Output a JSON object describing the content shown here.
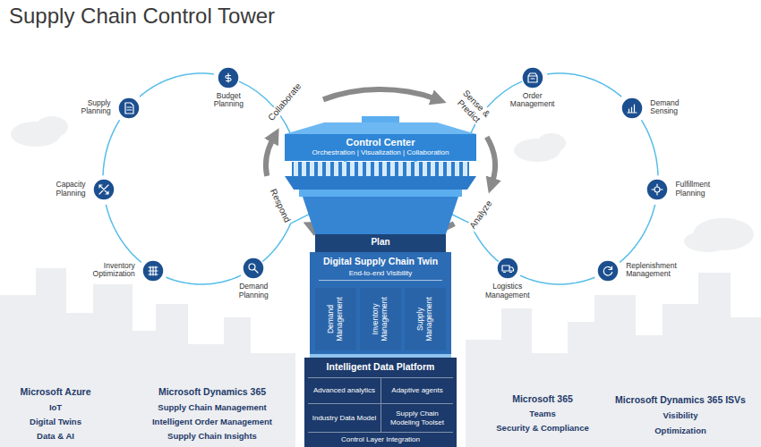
{
  "diagram": {
    "title": "Supply Chain Control Tower",
    "nodes": [
      {
        "text": [
          "Budget Planning"
        ]
      },
      {
        "text": [
          "Supply Planning"
        ]
      },
      {
        "text": [
          "Capacity Planning"
        ]
      },
      {
        "text": [
          "Inventory Optimization"
        ]
      },
      {
        "text": [
          "Demand Planning"
        ]
      },
      {
        "text": [
          "Control Center",
          "Orchestration | Visualization | Collaboration"
        ]
      },
      {
        "text": [
          "Plan"
        ]
      },
      {
        "text": [
          "Digital Supply Chain Twin",
          "End-to-end Visibility"
        ]
      },
      {
        "text": [
          "Demand Management"
        ],
        "in": 7
      },
      {
        "text": [
          "Inventory Management"
        ],
        "in": 7
      },
      {
        "text": [
          "Supply Management"
        ],
        "in": 7
      },
      {
        "text": [
          "Intelligent Data Platform"
        ]
      },
      {
        "text": [
          "Advanced analytics"
        ],
        "in": 11
      },
      {
        "text": [
          "Adaptive agents"
        ],
        "in": 11
      },
      {
        "text": [
          "Industry Data Model"
        ],
        "in": 11
      },
      {
        "text": [
          "Supply Chain Modeling Toolset"
        ],
        "in": 11
      },
      {
        "text": [
          "Control Layer Integration"
        ],
        "in": 11
      },
      {
        "text": [
          "Order Management"
        ]
      },
      {
        "text": [
          "Demand Sensing"
        ]
      },
      {
        "text": [
          "Fulfillment Planning"
        ]
      },
      {
        "text": [
          "Replenishment Management"
        ]
      },
      {
        "text": [
          "Logistics Management"
        ]
      }
    ],
    "edges": [
      {
        "from": 0,
        "to": 1,
        "arrow": "none"
      },
      {
        "from": 1,
        "to": 2,
        "arrow": "none"
      },
      {
        "from": 2,
        "to": 3,
        "arrow": "none"
      },
      {
        "from": 3,
        "to": 4,
        "arrow": "none"
      },
      {
        "from": 17,
        "to": 18,
        "arrow": "none"
      },
      {
        "from": 18,
        "to": 19,
        "arrow": "none"
      },
      {
        "from": 19,
        "to": 20,
        "arrow": "none"
      },
      {
        "from": 20,
        "to": 21,
        "arrow": "none"
      }
    ],
    "labels": [
      "Collaborate",
      "Sense & Predict",
      "Analyze",
      "Respond",
      "Microsoft Azure",
      "IoT",
      "Digital Twins",
      "Data & AI",
      "Microsoft Dynamics 365",
      "Supply Chain Management",
      "Intelligent Order Management",
      "Supply Chain Insights",
      "Microsoft 365",
      "Teams",
      "Security & Compliance",
      "Microsoft Dynamics 365 ISVs",
      "Visibility",
      "Optimization"
    ]
  }
}
